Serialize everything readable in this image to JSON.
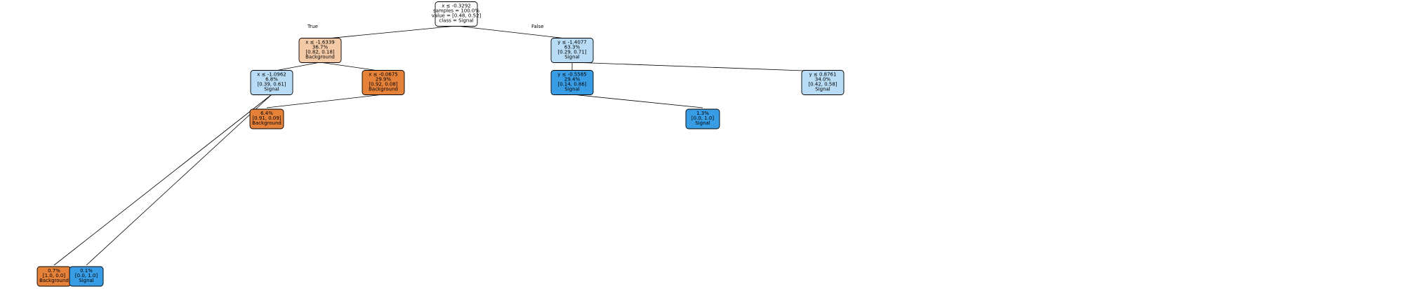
{
  "colors": {
    "background_strong": "#e58139",
    "background_light": "#f3c9a6",
    "signal_strong": "#399de5",
    "signal_light": "#b8dcf5",
    "neutral": "#ffffff"
  },
  "edge_labels": {
    "true": "True",
    "false": "False"
  },
  "tree": {
    "root": {
      "lines": [
        "x ≤ -0.3292",
        "samples = 100.0%",
        "value = [0.48, 0.52]",
        "class = Signal"
      ],
      "tone": "neutral"
    },
    "level1": [
      {
        "lines": [
          "x ≤ -1.6339",
          "36.7%",
          "[0.82, 0.18]",
          "Background"
        ],
        "tone": "background_light"
      },
      {
        "lines": [
          "y ≤ -1.4077",
          "63.3%",
          "[0.29, 0.71]",
          "Signal"
        ],
        "tone": "signal_light"
      }
    ],
    "level2": [
      {
        "lines": [
          "x ≤ -1.0962",
          "6.8%",
          "[0.39, 0.61]",
          "Signal"
        ],
        "tone": "signal_light"
      },
      {
        "lines": [
          "x ≤ -0.0675",
          "29.9%",
          "[0.92, 0.08]",
          "Background"
        ],
        "tone": "background_strong"
      },
      {
        "lines": [
          "y ≤ -0.5585",
          "29.4%",
          "[0.14, 0.86]",
          "Signal"
        ],
        "tone": "signal_strong"
      },
      {
        "lines": [
          "y ≤ 0.8761",
          "34.0%",
          "[0.42, 0.58]",
          "Signal"
        ],
        "tone": "signal_light"
      }
    ],
    "sample_leaves": [
      {
        "lines": [
          "0.7%",
          "[1.0, 0.0]",
          "Background"
        ],
        "tone": "background_strong"
      },
      {
        "lines": [
          "0.1%",
          "[0.0, 1.0]",
          "Signal"
        ],
        "tone": "signal_strong"
      },
      {
        "lines": [
          "6.4%",
          "[0.91, 0.09]",
          "Background"
        ],
        "tone": "background_strong"
      },
      {
        "lines": [
          "1.3%",
          "[0.0, 1.0]",
          "Signal"
        ],
        "tone": "signal_strong"
      }
    ]
  }
}
